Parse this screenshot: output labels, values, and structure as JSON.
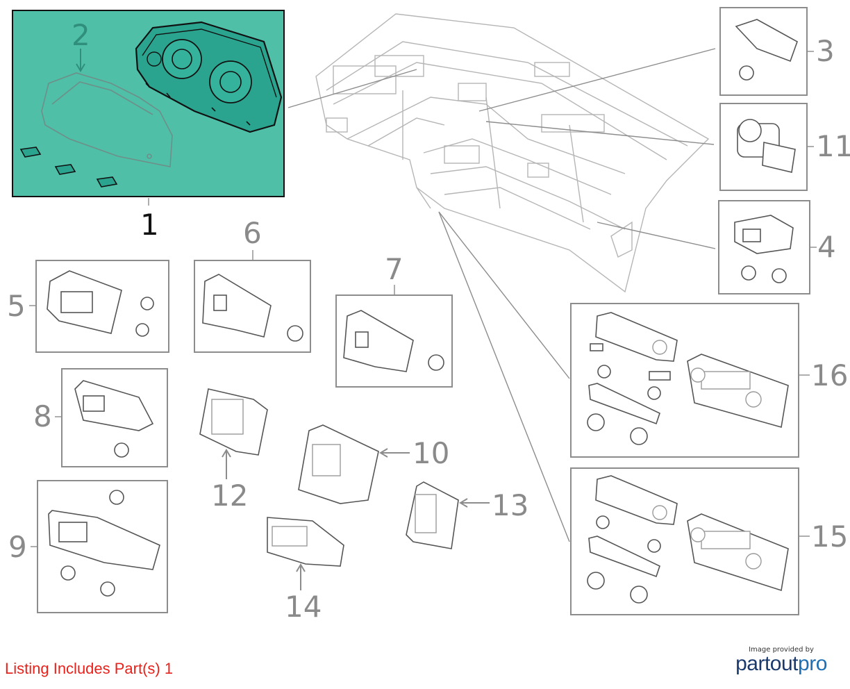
{
  "diagram": {
    "callouts": [
      "1",
      "2",
      "3",
      "4",
      "5",
      "6",
      "7",
      "8",
      "9",
      "10",
      "11",
      "12",
      "13",
      "14",
      "15",
      "16"
    ],
    "highlight_color": "#4fbfa8",
    "selected_part": "1"
  },
  "footer": {
    "note": "Listing Includes Part(s) 1",
    "note_color": "#e8221b"
  },
  "credit": {
    "provided_by": "Image provided by",
    "brand_prefix": "partout",
    "brand_suffix": "pro"
  }
}
